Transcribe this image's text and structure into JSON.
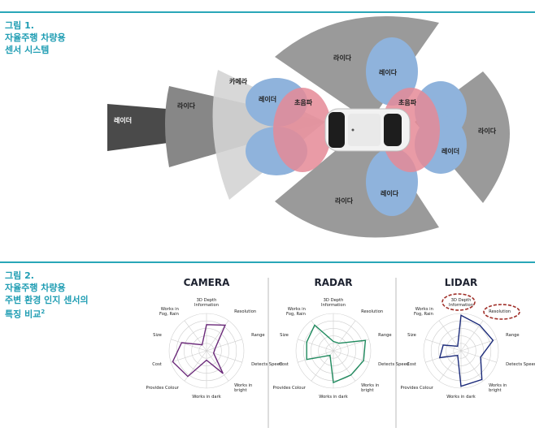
{
  "figure1": {
    "caption_line1": "그림 1.",
    "caption_line2": "자율주행 차량용",
    "caption_line3": "센서 시스템",
    "sensors": {
      "lidar_left_far": "레이더",
      "lidar_left_mid": "라이다",
      "camera": "카메라",
      "radar_left": "레이더",
      "ultrasonic_left": "초음파",
      "lidar_top": "라이다",
      "radar_top": "레이다",
      "ultrasonic_right": "초음파",
      "radar_right": "레이더",
      "lidar_right": "라이다",
      "radar_bottom": "레이다",
      "lidar_bottom": "라이다"
    },
    "colors": {
      "accent": "#29a6b8",
      "lidar": "#9a9a9a",
      "radar": "#8fb3dc",
      "ultrasonic": "#e58a96",
      "camera": "#dcdcdc"
    }
  },
  "figure2": {
    "caption_line1": "그림 2.",
    "caption_line2": "자율주행 차량용",
    "caption_line3": "주변 환경 인지 센서의",
    "caption_line4": "특징 비교",
    "caption_sup": "2",
    "axes": [
      "3D Depth Information",
      "Resolution",
      "Range",
      "Detects Speed",
      "Works in bright",
      "Works in dark",
      "Provides Colour",
      "Cost",
      "Size",
      "Works in Fog, Rain"
    ],
    "charts": [
      {
        "title": "CAMERA",
        "color": "#6b2a7a",
        "values": [
          0.7,
          0.85,
          0.25,
          0.2,
          0.75,
          0.25,
          0.85,
          0.95,
          0.7,
          0.2
        ]
      },
      {
        "title": "RADAR",
        "color": "#1f8a5e",
        "values": [
          0.25,
          0.25,
          0.9,
          0.85,
          0.8,
          0.85,
          0.15,
          0.75,
          0.75,
          0.85
        ]
      },
      {
        "title": "LIDAR",
        "color": "#1b2a7a",
        "values": [
          0.95,
          0.85,
          0.9,
          0.55,
          0.95,
          0.95,
          0.15,
          0.6,
          0.5,
          0.15
        ]
      }
    ],
    "highlight_color": "#a0302a"
  }
}
